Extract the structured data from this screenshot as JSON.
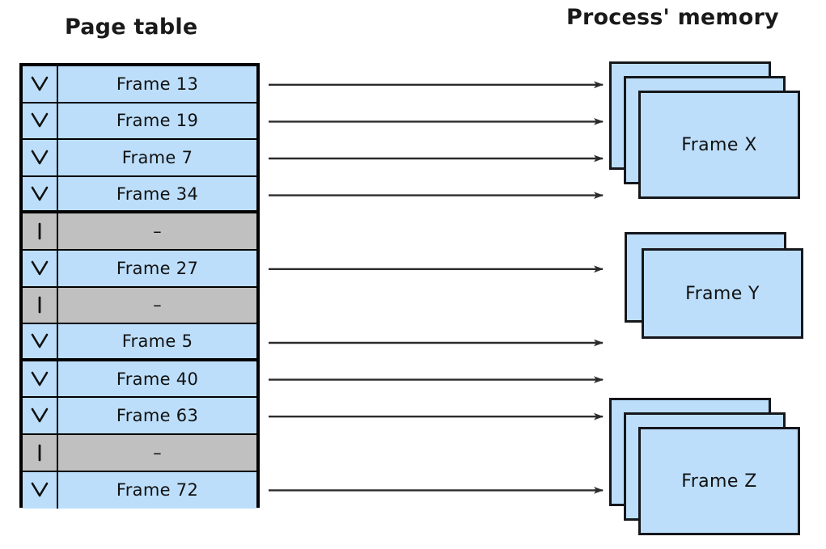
{
  "diagram": {
    "page_table_title": "Page table",
    "memory_title": "Process' memory",
    "colors": {
      "valid_fill": "#bcdefa",
      "invalid_fill": "#c0c0c0",
      "border": "#000000",
      "frame_border": "#15171c",
      "text": "#111111",
      "background": "#ffffff"
    }
  },
  "page_table": {
    "flag_valid": "V",
    "flag_invalid": "I",
    "empty_value": "–",
    "rows": [
      {
        "flag": "V",
        "value": "Frame 13",
        "state": "valid",
        "flag_icon": "valid-check-icon",
        "has_arrow": true
      },
      {
        "flag": "V",
        "value": "Frame 19",
        "state": "valid",
        "flag_icon": "valid-check-icon",
        "has_arrow": true
      },
      {
        "flag": "V",
        "value": "Frame 7",
        "state": "valid",
        "flag_icon": "valid-check-icon",
        "has_arrow": true
      },
      {
        "flag": "V",
        "value": "Frame 34",
        "state": "valid",
        "flag_icon": "valid-check-icon",
        "has_arrow": true
      },
      {
        "flag": "I",
        "value": "–",
        "state": "invalid",
        "flag_icon": "invalid-bar-icon",
        "has_arrow": false
      },
      {
        "flag": "V",
        "value": "Frame 27",
        "state": "valid",
        "flag_icon": "valid-check-icon",
        "has_arrow": true
      },
      {
        "flag": "I",
        "value": "–",
        "state": "invalid",
        "flag_icon": "invalid-bar-icon",
        "has_arrow": false
      },
      {
        "flag": "V",
        "value": "Frame 5",
        "state": "valid",
        "flag_icon": "valid-check-icon",
        "has_arrow": true
      },
      {
        "flag": "V",
        "value": "Frame 40",
        "state": "valid",
        "flag_icon": "valid-check-icon",
        "has_arrow": true
      },
      {
        "flag": "V",
        "value": "Frame 63",
        "state": "valid",
        "flag_icon": "valid-check-icon",
        "has_arrow": true
      },
      {
        "flag": "I",
        "value": "–",
        "state": "invalid",
        "flag_icon": "invalid-bar-icon",
        "has_arrow": false
      },
      {
        "flag": "V",
        "value": "Frame 72",
        "state": "valid",
        "flag_icon": "valid-check-icon",
        "has_arrow": true
      }
    ]
  },
  "memory_frames": [
    {
      "label": "Frame X",
      "layers": 3
    },
    {
      "label": "Frame Y",
      "layers": 2
    },
    {
      "label": "Frame Z",
      "layers": 3
    }
  ]
}
